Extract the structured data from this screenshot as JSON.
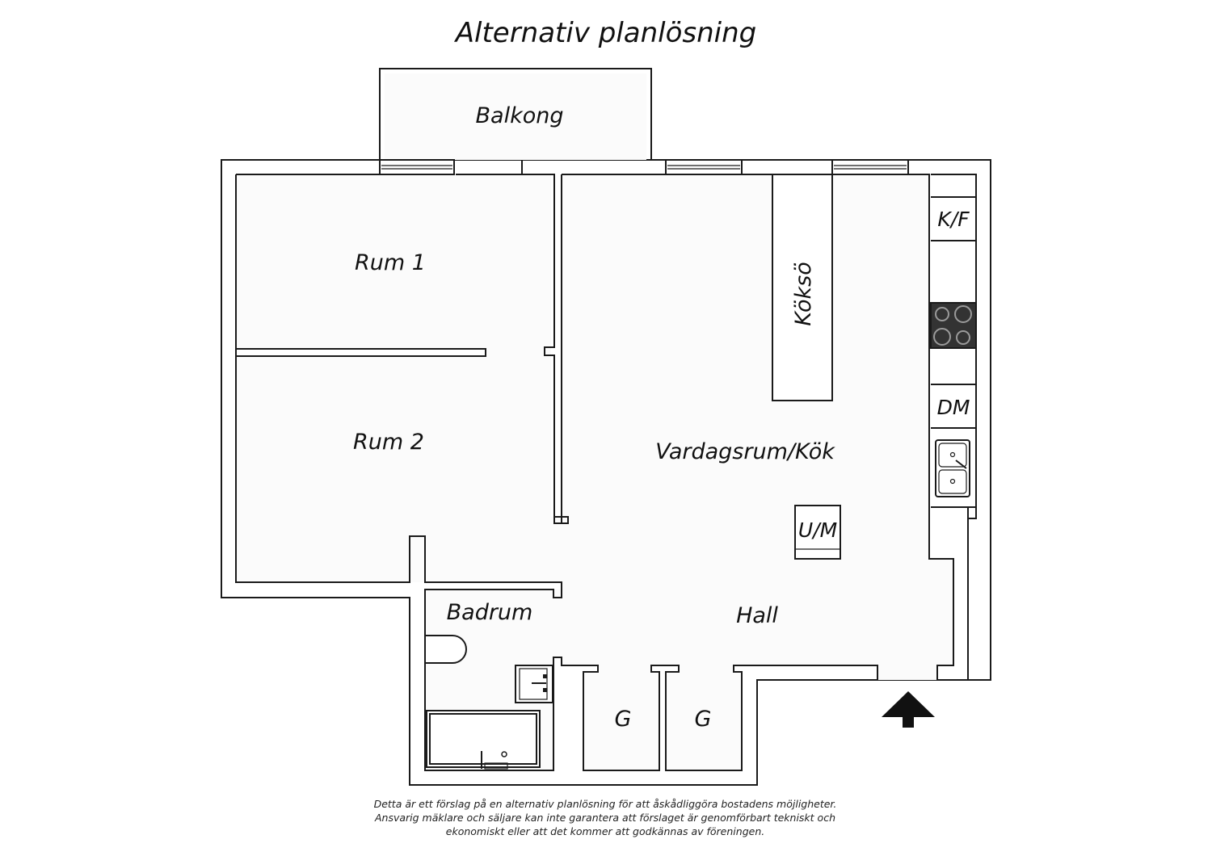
{
  "title": "Alternativ planlösning",
  "rooms": {
    "balkong": "Balkong",
    "rum1": "Rum 1",
    "rum2": "Rum 2",
    "vardagsrum_kok": "Vardagsrum/Kök",
    "kokso": "Köksö",
    "badrum": "Badrum",
    "hall": "Hall",
    "garderob_1": "G",
    "garderob_2": "G"
  },
  "appliances": {
    "kyl_frys": "K/F",
    "diskmaskin": "DM",
    "tvatt": "U/M"
  },
  "icons": {
    "entrance": "entrance-arrow-icon",
    "stove": "stove-icon",
    "sink": "kitchen-sink-icon",
    "toilet": "toilet-icon",
    "washbasin": "washbasin-icon",
    "bathtub": "bathtub-icon"
  },
  "colors": {
    "line": "#1a1a1a",
    "stove": "#333333"
  },
  "disclaimer": [
    "Detta är ett förslag på en alternativ planlösning för att åskådliggöra bostadens möjligheter.",
    "Ansvarig mäklare och säljare kan inte garantera att förslaget är genomförbart tekniskt och",
    "ekonomiskt eller att det kommer att godkännas av föreningen."
  ]
}
